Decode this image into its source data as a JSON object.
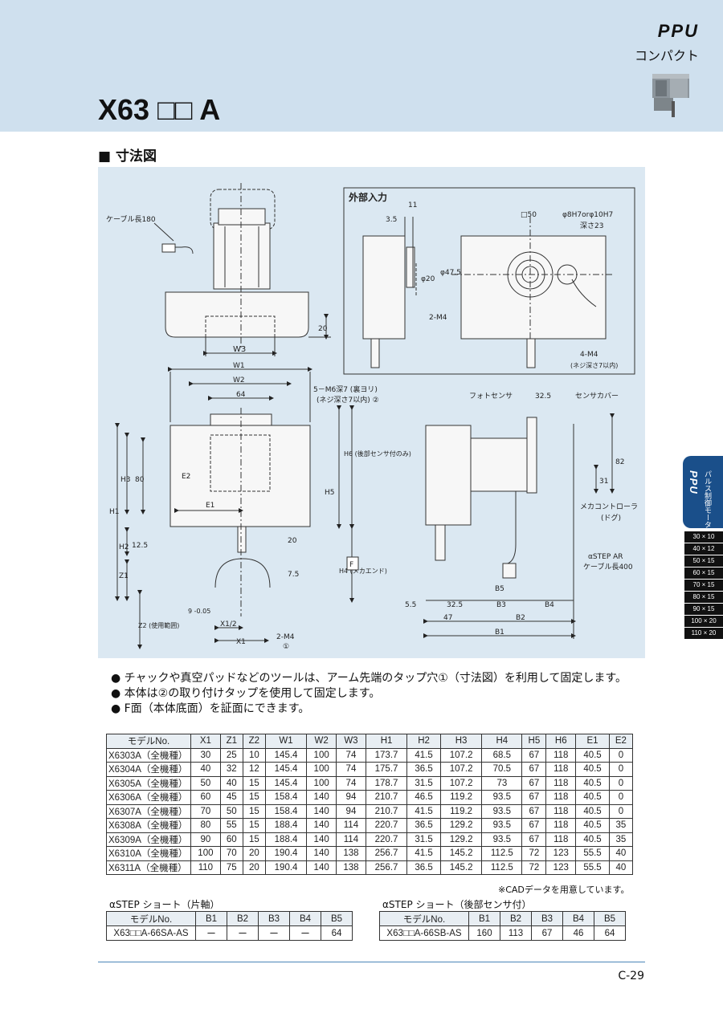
{
  "header": {
    "brand": "PPU",
    "brand_sub": "コンパクト",
    "title": "X63 □□ A"
  },
  "section_title": "■ 寸法図",
  "diagram": {
    "cable_label": "ケーブル長180",
    "ext_input_title": "外部入力",
    "dim_11": "11",
    "dim_3_5": "3.5",
    "dim_sq50": "□50",
    "dim_bore": "φ8H7orφ10H7",
    "dim_depth": "深さ23",
    "dim_phi20": "φ20",
    "dim_phi47_5": "φ47.5",
    "dim_2m4_top": "2-M4",
    "dim_4m4": "4-M4",
    "dim_4m4_depth": "(ネジ深さ7以内)",
    "dim_20_top": "20",
    "w3": "W3",
    "w1": "W1",
    "w2": "W2",
    "dim_64": "64",
    "dim_5m6": "5－M6深7 (裏ヨリ)",
    "dim_5m6_depth": "(ネジ深さ7以内) ②",
    "h1": "H1",
    "h2": "H2",
    "h3": "H3",
    "h4": "H4 (メカエンド)",
    "h5": "H5",
    "h6": "H6 (後部センサ付のみ)",
    "dim_80": "80",
    "e1": "E1",
    "e2": "E2",
    "dim_12_5": "12.5",
    "z1": "Z1",
    "z2": "Z2 (使用範囲)",
    "dim_20": "20",
    "dim_7_5": "7.5",
    "dim_9": "9 -0.05",
    "x12": "X1/2",
    "x1": "X1",
    "dim_2m4_bottom": "2-M4",
    "circle1": "①",
    "face_f": "F",
    "photo_sensor": "フォトセンサ",
    "dim_32_5": "32.5",
    "sensor_cover": "センサカバー",
    "dim_82": "82",
    "dim_31": "31",
    "mecha_controller": "メカコントローラ",
    "dog": "(ドグ)",
    "alpha_step": "αSTEP AR",
    "cable_400": "ケーブル長400",
    "b5": "B5",
    "dim_5_5": "5.5",
    "dim_32_5b": "32.5",
    "b3": "B3",
    "b4": "B4",
    "dim_47": "47",
    "b2": "B2",
    "b1": "B1"
  },
  "side_tab": {
    "brand": "PPU",
    "sub": "パルス制御モータ",
    "sizes": [
      "30 × 10",
      "40 × 12",
      "50 × 15",
      "60 × 15",
      "70 × 15",
      "80 × 15",
      "90 × 15",
      "100 × 20",
      "110 × 20"
    ]
  },
  "notes": [
    "チャックや真空パッドなどのツールは、アーム先端のタップ穴①（寸法図）を利用して固定します。",
    "本体は②の取り付けタップを使用して固定します。",
    "F面（本体底面）を証面にできます。"
  ],
  "main_table": {
    "headers": [
      "モデルNo.",
      "X1",
      "Z1",
      "Z2",
      "W1",
      "W2",
      "W3",
      "H1",
      "H2",
      "H3",
      "H4",
      "H5",
      "H6",
      "E1",
      "E2"
    ],
    "rows": [
      [
        "X6303A（全機種）",
        "30",
        "25",
        "10",
        "145.4",
        "100",
        "74",
        "173.7",
        "41.5",
        "107.2",
        "68.5",
        "67",
        "118",
        "40.5",
        "0"
      ],
      [
        "X6304A（全機種）",
        "40",
        "32",
        "12",
        "145.4",
        "100",
        "74",
        "175.7",
        "36.5",
        "107.2",
        "70.5",
        "67",
        "118",
        "40.5",
        "0"
      ],
      [
        "X6305A（全機種）",
        "50",
        "40",
        "15",
        "145.4",
        "100",
        "74",
        "178.7",
        "31.5",
        "107.2",
        "73",
        "67",
        "118",
        "40.5",
        "0"
      ],
      [
        "X6306A（全機種）",
        "60",
        "45",
        "15",
        "158.4",
        "140",
        "94",
        "210.7",
        "46.5",
        "119.2",
        "93.5",
        "67",
        "118",
        "40.5",
        "0"
      ],
      [
        "X6307A（全機種）",
        "70",
        "50",
        "15",
        "158.4",
        "140",
        "94",
        "210.7",
        "41.5",
        "119.2",
        "93.5",
        "67",
        "118",
        "40.5",
        "0"
      ],
      [
        "X6308A（全機種）",
        "80",
        "55",
        "15",
        "188.4",
        "140",
        "114",
        "220.7",
        "36.5",
        "129.2",
        "93.5",
        "67",
        "118",
        "40.5",
        "35"
      ],
      [
        "X6309A（全機種）",
        "90",
        "60",
        "15",
        "188.4",
        "140",
        "114",
        "220.7",
        "31.5",
        "129.2",
        "93.5",
        "67",
        "118",
        "40.5",
        "35"
      ],
      [
        "X6310A（全機種）",
        "100",
        "70",
        "20",
        "190.4",
        "140",
        "138",
        "256.7",
        "41.5",
        "145.2",
        "112.5",
        "72",
        "123",
        "55.5",
        "40"
      ],
      [
        "X6311A（全機種）",
        "110",
        "75",
        "20",
        "190.4",
        "140",
        "138",
        "256.7",
        "36.5",
        "145.2",
        "112.5",
        "72",
        "123",
        "55.5",
        "40"
      ]
    ]
  },
  "cad_note": "※CADデータを用意しています。",
  "short_single": {
    "caption": "αSTEP ショート（片軸）",
    "headers": [
      "モデルNo.",
      "B1",
      "B2",
      "B3",
      "B4",
      "B5"
    ],
    "row": [
      "X63□□A-66SA-AS",
      "ー",
      "ー",
      "ー",
      "ー",
      "64"
    ]
  },
  "short_sensor": {
    "caption": "αSTEP ショート（後部センサ付）",
    "headers": [
      "モデルNo.",
      "B1",
      "B2",
      "B3",
      "B4",
      "B5"
    ],
    "row": [
      "X63□□A-66SB-AS",
      "160",
      "113",
      "67",
      "46",
      "64"
    ]
  },
  "page_number": "C-29",
  "colors": {
    "header_bg": "#cfe0ee",
    "diagram_bg": "#dbe8f2",
    "side_tab": "#1a4f8a",
    "footer_line": "#4a86b8"
  }
}
